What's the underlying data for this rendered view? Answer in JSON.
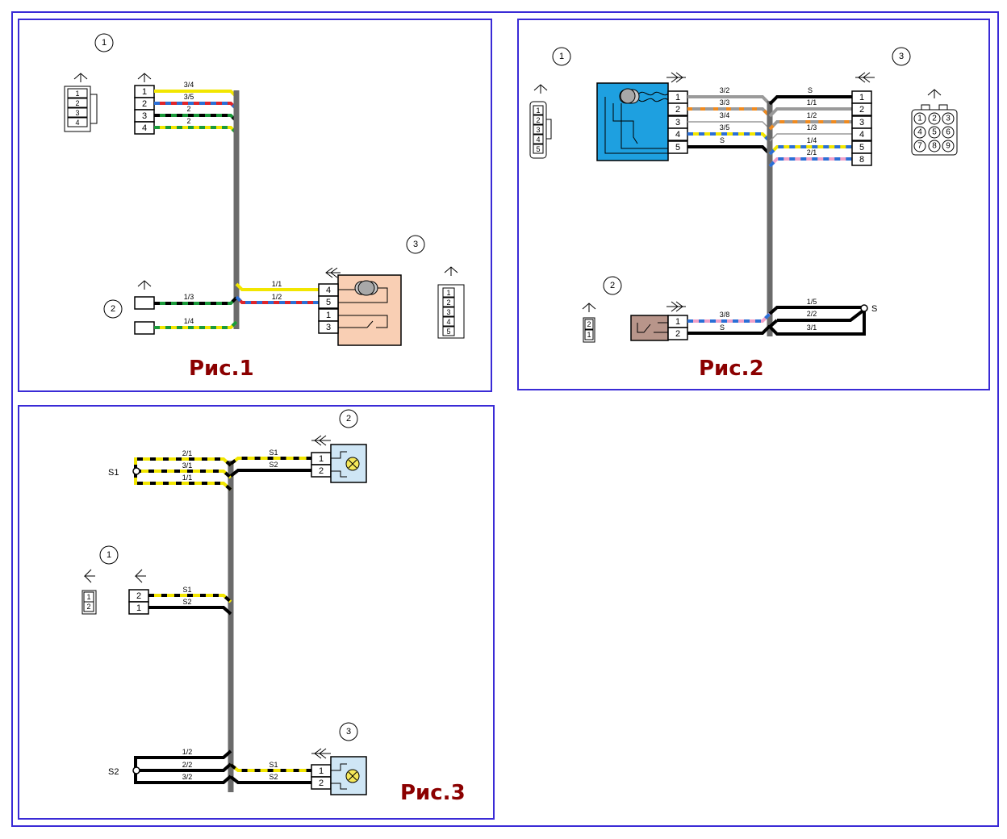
{
  "fig1": {
    "title": "Рис.1",
    "callouts": [
      "1",
      "2",
      "3"
    ],
    "connector1_pins": [
      "1",
      "2",
      "3",
      "4"
    ],
    "connector1_face": [
      "1",
      "2",
      "3",
      "4"
    ],
    "wires_top": [
      "3/4",
      "3/5",
      "2",
      "2"
    ],
    "wires_bottom": [
      "1/3",
      "1/4"
    ],
    "wires_motor": [
      "1/1",
      "1/2"
    ],
    "motor_pins": [
      "4",
      "5",
      "1",
      "3"
    ],
    "motor_face": [
      "1",
      "2",
      "3",
      "4",
      "5"
    ]
  },
  "fig2": {
    "title": "Рис.2",
    "callouts": [
      "1",
      "2",
      "3"
    ],
    "motor_pins": [
      "1",
      "2",
      "3",
      "4",
      "5"
    ],
    "motor_face": [
      "1",
      "2",
      "3",
      "4",
      "5"
    ],
    "wires_left": [
      "3/2",
      "3/3",
      "3/4",
      "3/5",
      "S"
    ],
    "wires_right": [
      "S",
      "1/1",
      "1/2",
      "1/3",
      "1/4",
      "2/1"
    ],
    "conn3_pins": [
      "1",
      "2",
      "3",
      "4",
      "5",
      "8"
    ],
    "conn3_face": [
      "1",
      "2",
      "3",
      "4",
      "5",
      "6",
      "7",
      "8",
      "9"
    ],
    "switch_pins": [
      "1",
      "2"
    ],
    "switch_face": [
      "2",
      "1"
    ],
    "wires_switch": [
      "3/8",
      "S"
    ],
    "wires_splice": [
      "1/5",
      "2/2",
      "3/1"
    ],
    "splice_label": "S"
  },
  "fig3": {
    "title": "Рис.3",
    "callouts": [
      "2",
      "1",
      "3"
    ],
    "splice1": "S1",
    "splice2": "S2",
    "wires_s1": [
      "2/1",
      "3/1",
      "1/1"
    ],
    "wires_s2": [
      "1/2",
      "2/2",
      "3/2"
    ],
    "lamp_wires": [
      "S1",
      "S2"
    ],
    "lamp_pins": [
      "1",
      "2"
    ],
    "conn1_pins": [
      "2",
      "1"
    ],
    "conn1_face": [
      "1",
      "2"
    ],
    "conn1_wires": [
      "S1",
      "S2"
    ]
  },
  "colors": {
    "frame": "#3a2bd6",
    "title": "#8b0000",
    "yellow": "#f2e600",
    "green": "#1a9a3a",
    "red": "#e0242a",
    "blue": "#2a6fd6",
    "orange": "#f08a1e",
    "pink": "#f0a0c8",
    "gray": "#9a9a9a",
    "motor_box": "#1ea0e0",
    "motor1_box": "#f9cfb4",
    "switch_box": "#b8958a",
    "lamp_box": "#cfe6f5"
  }
}
